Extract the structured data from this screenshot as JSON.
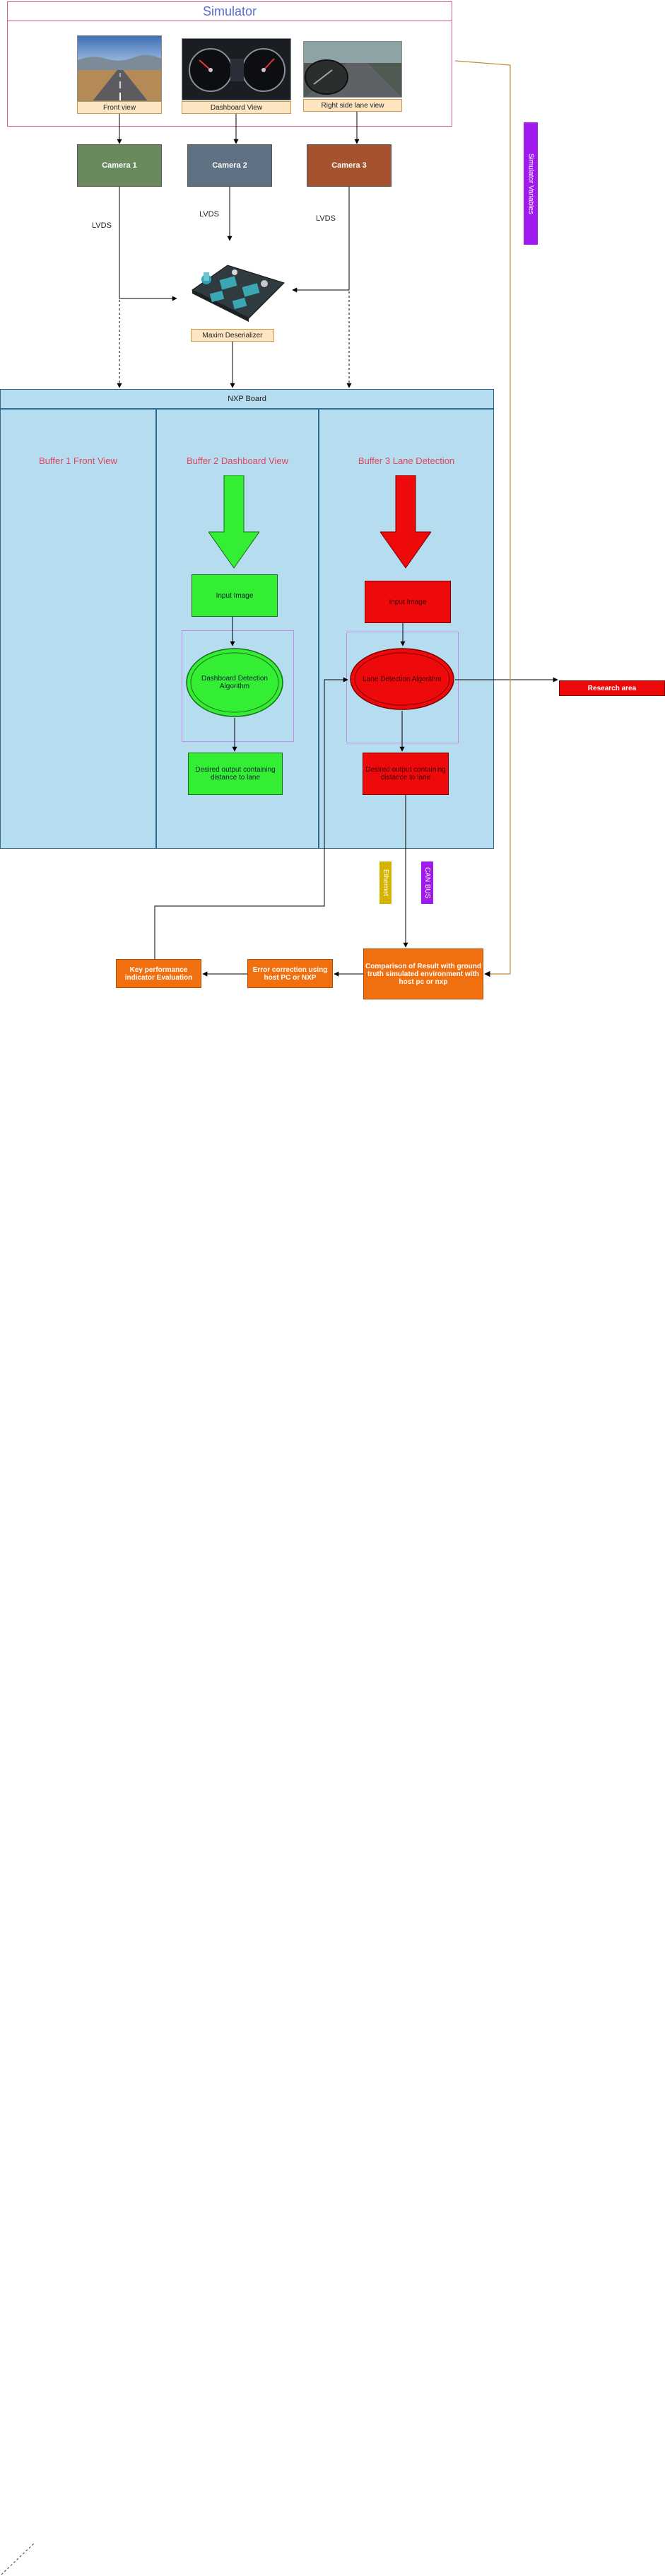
{
  "simulator": {
    "title": "Simulator",
    "views": [
      {
        "caption": "Front view",
        "image": "straight-road-photo"
      },
      {
        "caption": "Dashboard View",
        "image": "car-dashboard-gauges-photo"
      },
      {
        "caption": "Right side lane view",
        "image": "side-mirror-road-photo"
      }
    ]
  },
  "cameras": [
    {
      "label": "Camera 1",
      "color": "#6a8a5e"
    },
    {
      "label": "Camera 2",
      "color": "#5f7283"
    },
    {
      "label": "Camera 3",
      "color": "#a5532e"
    }
  ],
  "lvds_labels": [
    "LVDS",
    "LVDS",
    "LVDS"
  ],
  "deserializer": {
    "label": "Maxim Deserializer",
    "image": "circuit-board-photo"
  },
  "nxp": {
    "header": "NXP Board",
    "buffers": [
      {
        "title": "Buffer 1 Front View"
      },
      {
        "title": "Buffer 2 Dashboard View"
      },
      {
        "title": "Buffer 3 Lane Detection"
      }
    ],
    "dashboard_chain": {
      "input": "Input Image",
      "algorithm": "Dashboard Detection Algorithm",
      "output": "Desired output containing distance to lane"
    },
    "lane_chain": {
      "input": "Input Image",
      "algorithm": "Lane Detection Algorithm",
      "output": "Desired output containing distance to lane"
    }
  },
  "research_area": "Research area",
  "side_labels": {
    "simulator_variables": "Simulator Variables",
    "ethernet": "Ethernet",
    "can_bus": "CAN BUS"
  },
  "pipeline": {
    "comparison": "Comparison of Result with ground truth simulated environment with host pc or nxp",
    "error_correction": "Error correction using host PC or NXP",
    "kpi": "Key performance indicator Evaluation"
  },
  "colors": {
    "green": "#33ee33",
    "red": "#ee0a0a",
    "orange": "#f06f0e",
    "purple": "#a01aee",
    "ethernet": "#d4b400",
    "panel_blue": "#b5dcef"
  }
}
